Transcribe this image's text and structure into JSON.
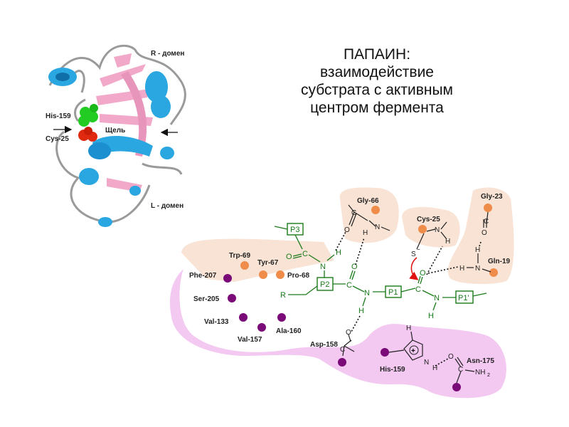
{
  "title_lines": [
    "ПАПАИН:",
    "взаимодействие",
    "субстрата с активным",
    "центром фермента"
  ],
  "protein": {
    "r_domain": "R - домен",
    "l_domain": "L - домен",
    "his": "His-159",
    "cys": "Cys-25",
    "cleft": "Щель"
  },
  "residues": {
    "gly66": "Gly-66",
    "gly23": "Gly-23",
    "cys25": "Cys-25",
    "gln19": "Gln-19",
    "trp69": "Trp-69",
    "tyr67": "Tyr-67",
    "pro68": "Pro-68",
    "phe207": "Phe-207",
    "ser205": "Ser-205",
    "val133": "Val-133",
    "val157": "Val-157",
    "ala160": "Ala-160",
    "asp158": "Asp-158",
    "his159": "His-159",
    "asn175": "Asn-175"
  },
  "substrate": {
    "p3": "P3",
    "p2": "P2",
    "p1": "P1",
    "p1p": "P1'",
    "r": "R",
    "n": "N",
    "h": "H",
    "o": "O",
    "c": "C",
    "s": "S",
    "nh2": "NH"
  },
  "colors": {
    "orange": "#f08c4a",
    "purple": "#7a0a78",
    "green": "#1a7a1a",
    "peach": "#f8e3d4",
    "pink": "#f3c8f1",
    "helix": "#2aa6e0",
    "sheet": "#f2a8c8"
  }
}
